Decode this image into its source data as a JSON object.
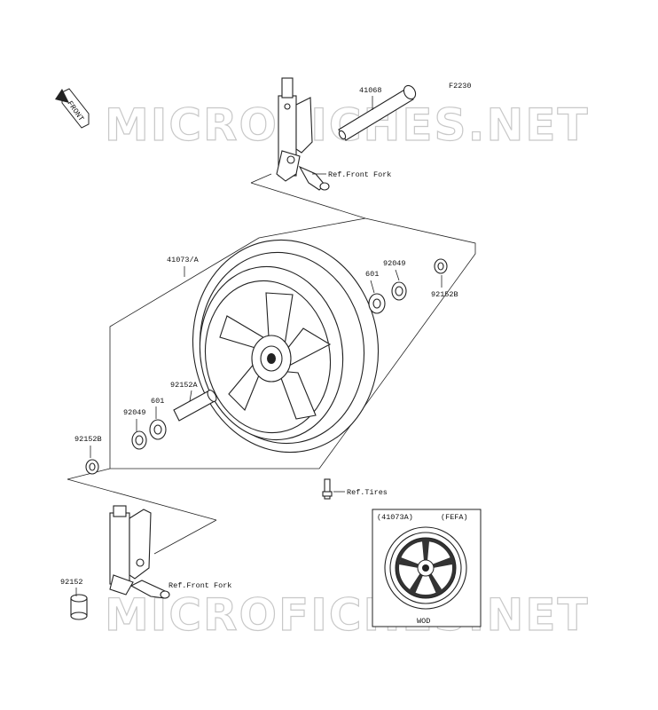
{
  "diagram_code": "F2230",
  "front_badge": "FRONT",
  "watermark": "MICROFICHES.NET",
  "callouts": {
    "axle": "41068",
    "ref_fork_top": "Ref.Front Fork",
    "wheel": "41073/A",
    "bearing_right": "601",
    "seal_right": "92049",
    "collar_right": "92152B",
    "spacer": "92152A",
    "bearing_left": "601",
    "seal_left": "92049",
    "collar_left": "92152B",
    "ref_tires": "Ref.Tires",
    "collar_bottom": "92152",
    "ref_fork_bottom": "Ref.Front Fork"
  },
  "inset": {
    "part": "(41073A)",
    "variant": "(FEFA)",
    "color_code": "WOD"
  }
}
